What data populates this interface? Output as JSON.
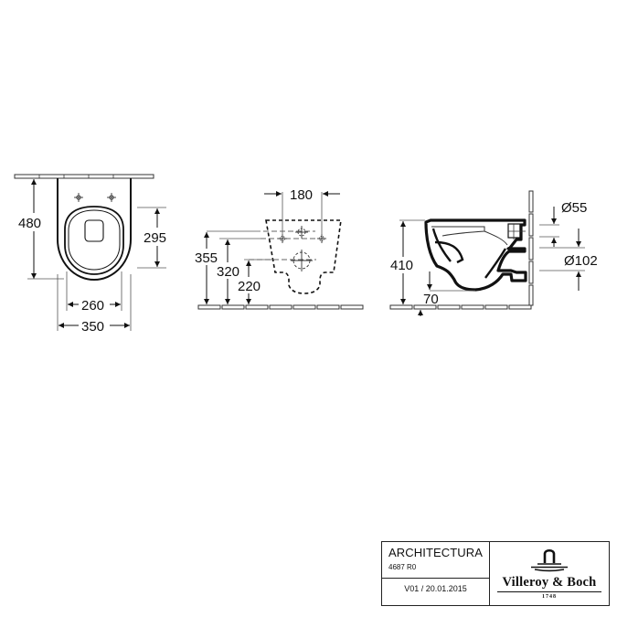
{
  "product": {
    "name": "ARCHITECTURA",
    "code": "4687 R0",
    "version": "V01 / 20.01.2015"
  },
  "brand": {
    "name": "Villeroy & Boch",
    "year": "1748",
    "icon": "fountain-logo-icon"
  },
  "views": {
    "top_view": {
      "height_label": "480",
      "seat_label": "295",
      "inner_width_label": "260",
      "outer_width_label": "350"
    },
    "rear_view": {
      "bolt_spacing_label": "180",
      "h1_label": "355",
      "h2_label": "320",
      "h3_label": "220"
    },
    "side_view": {
      "height_label": "410",
      "floor_label": "70",
      "inlet_label": "Ø55",
      "outlet_label": "Ø102"
    }
  },
  "colors": {
    "line": "#111111",
    "background": "#ffffff"
  }
}
